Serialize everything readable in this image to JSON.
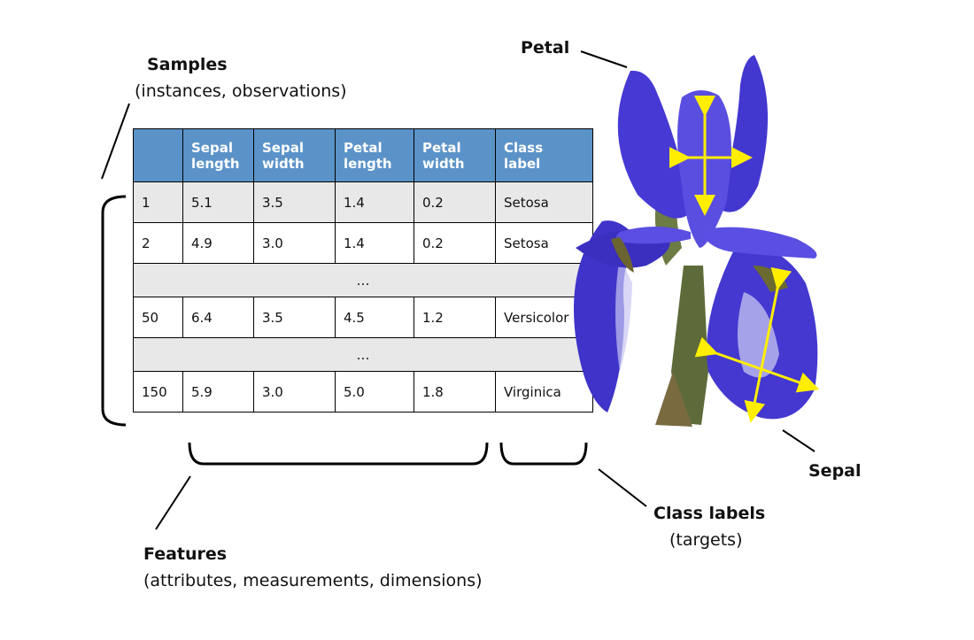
{
  "samples": {
    "title": "Samples",
    "subtitle": "(instances, observations)"
  },
  "features": {
    "title": "Features",
    "subtitle": "(attributes, measurements, dimensions)"
  },
  "class_labels": {
    "title": "Class labels",
    "subtitle": "(targets)"
  },
  "petal_label": "Petal",
  "sepal_label": "Sepal",
  "table": {
    "headers": [
      "",
      "Sepal\nlength",
      "Sepal\nwidth",
      "Petal\nlength",
      "Petal\nwidth",
      "Class\nlabel"
    ],
    "rows": [
      {
        "kind": "data",
        "cells": [
          "1",
          "5.1",
          "3.5",
          "1.4",
          "0.2",
          "Setosa"
        ]
      },
      {
        "kind": "data",
        "cells": [
          "2",
          "4.9",
          "3.0",
          "1.4",
          "0.2",
          "Setosa"
        ]
      },
      {
        "kind": "gap",
        "cells": [
          "…"
        ]
      },
      {
        "kind": "data",
        "cells": [
          "50",
          "6.4",
          "3.5",
          "4.5",
          "1.2",
          "Versicolor"
        ]
      },
      {
        "kind": "gap",
        "cells": [
          "…"
        ]
      },
      {
        "kind": "data",
        "cells": [
          "150",
          "5.9",
          "3.0",
          "5.0",
          "1.8",
          "Virginica"
        ]
      }
    ]
  },
  "colors": {
    "header_blue": "#5b93c8",
    "row_gray": "#e8e8e8",
    "petal_purple": "#4a3fd6",
    "arrow_yellow": "#ffee00"
  }
}
